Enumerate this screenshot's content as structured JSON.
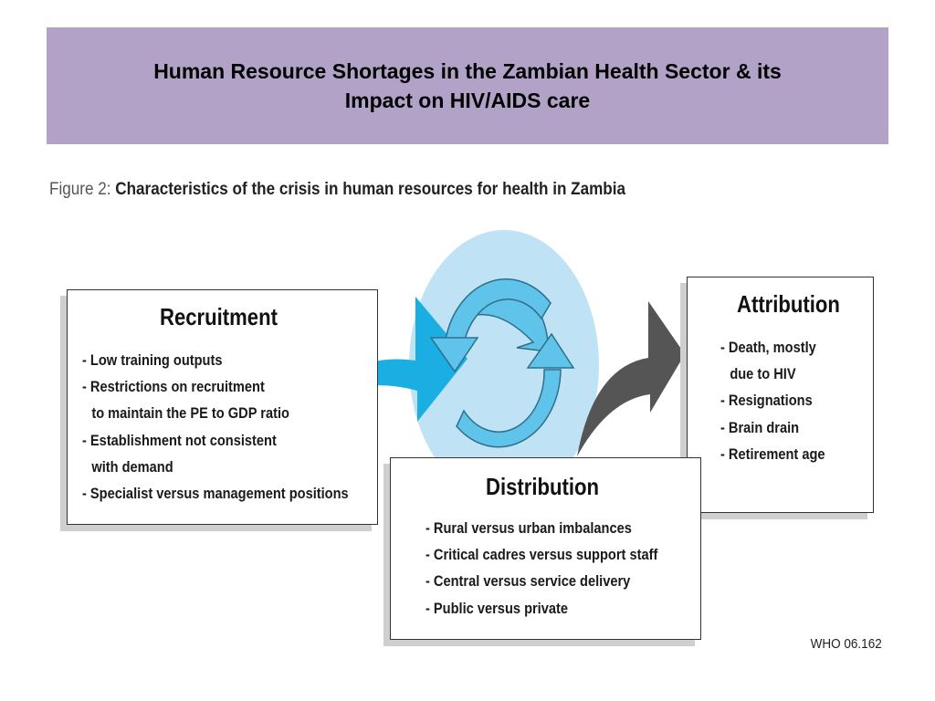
{
  "slide": {
    "title_line1": "Human Resource Shortages in the Zambian Health Sector & its",
    "title_line2": "Impact on HIV/AIDS care",
    "banner_color": "#b2a2c7"
  },
  "figure": {
    "label": "Figure 2:",
    "caption": "Characteristics of the crisis in human resources for health in Zambia",
    "credit": "WHO 06.162"
  },
  "recruitment": {
    "title": "Recruitment",
    "items": [
      "- Low training outputs",
      "- Restrictions on recruitment",
      "to maintain the PE to GDP ratio",
      "- Establishment not consistent",
      "with demand",
      "- Specialist versus management positions"
    ]
  },
  "attribution": {
    "title": "Attribution",
    "items": [
      "- Death, mostly",
      "due to HIV",
      "- Resignations",
      "- Brain drain",
      "- Retirement age"
    ]
  },
  "distribution": {
    "title": "Distribution",
    "items": [
      "- Rural versus urban imbalances",
      "- Critical cadres versus support staff",
      "- Central versus service delivery",
      "- Public versus private"
    ]
  },
  "colors": {
    "left_arrow": "#1aaee3",
    "right_arrow": "#555555",
    "cycle_halo": "#bfe3f4",
    "cycle_arrows": "#5fc3ea"
  }
}
